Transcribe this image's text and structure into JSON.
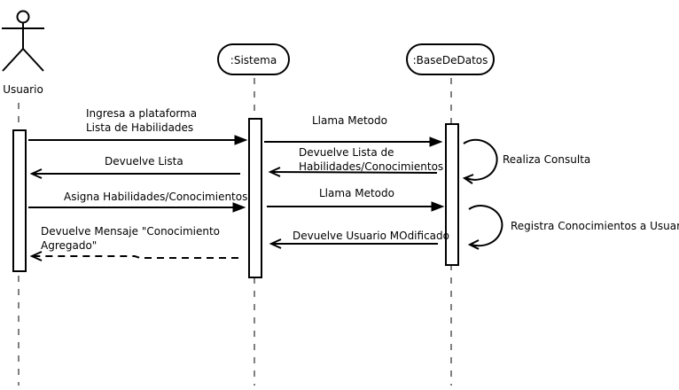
{
  "participants": {
    "actor": "Usuario",
    "system": ":Sistema",
    "database": ":BaseDeDatos"
  },
  "messages": {
    "m1": {
      "line1": "Ingresa a plataforma",
      "line2": "Lista de Habilidades"
    },
    "m2": {
      "text": "Llama Metodo"
    },
    "m3": {
      "line1": "Devuelve Lista de",
      "line2": "Habilidades/Conocimientos"
    },
    "m4": {
      "text": "Devuelve Lista"
    },
    "self1": {
      "text": "Realiza Consulta"
    },
    "m5": {
      "text": "Asigna Habilidades/Conocimientos"
    },
    "m6": {
      "text": "Llama Metodo"
    },
    "self2": {
      "text": "Registra Conocimientos a Usuario"
    },
    "m7": {
      "text": "Devuelve Usuario MOdificado"
    },
    "m8": {
      "line1": "Devuelve Mensaje \"Conocimiento",
      "line2": "Agregado\""
    }
  }
}
